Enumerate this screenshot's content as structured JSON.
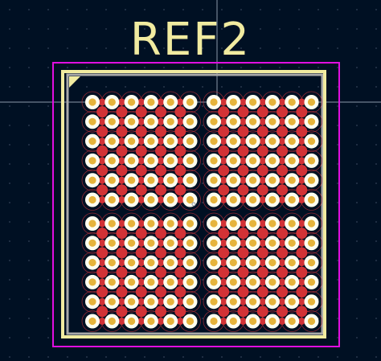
{
  "footprint": {
    "reference": "REF2"
  },
  "colors": {
    "background": "#001023",
    "grid_dot": "#34435a",
    "crosshair": "#8c97a8",
    "courtyard": "#e10fe0",
    "silkscreen": "#f1eba0",
    "fab_outline": "#a9a9a9",
    "pad_red": "#d23236",
    "pad_white": "#fffff0",
    "drill_gold": "#e6b43c",
    "clearance_ring": "#c8323a"
  },
  "layout": {
    "quadrants": 4,
    "large_pads_per_row": 6,
    "large_pad_rows": 6,
    "small_pads_per_row": 5,
    "small_pad_rows": 5
  }
}
